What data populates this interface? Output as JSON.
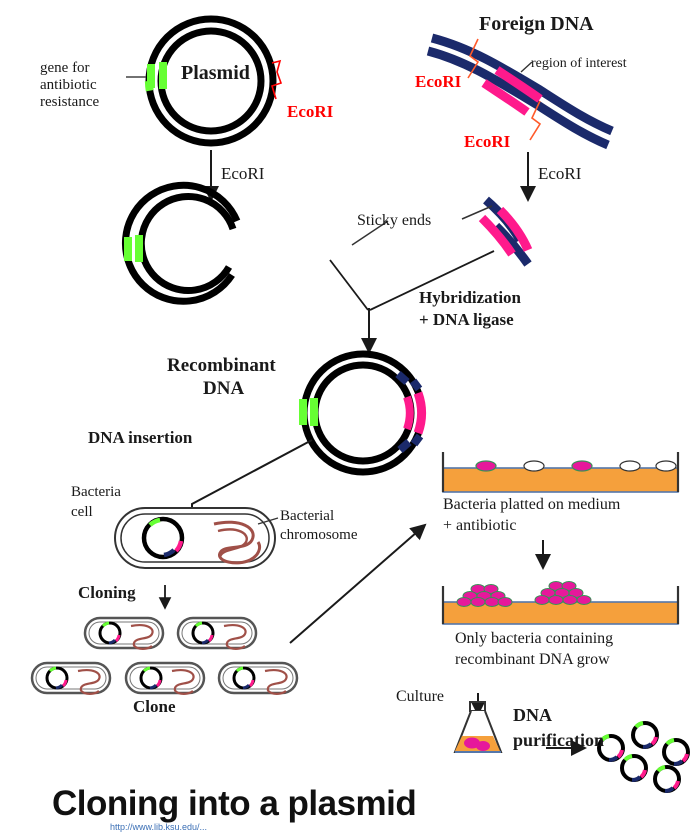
{
  "title": "Cloning into a plasmid",
  "credit_line": "http://www.lib.ksu.edu/...",
  "colors": {
    "dna_backbone": "#000000",
    "antibiotic_gene": "#66ff33",
    "foreign_dna": "#1b2a6b",
    "region_of_interest": "#ff1a8c",
    "restriction_site": "#ff0000",
    "medium": "#f5a03c",
    "medium_edge": "#5577aa",
    "colony": "#e6189b",
    "chromosome": "#a05048",
    "cell_wall": "#555555",
    "flask_liquid": "#f5a03c"
  },
  "labels": {
    "gene_for_antibiotic_resistance": [
      "gene for",
      "antibiotic",
      "resistance"
    ],
    "plasmid": "Plasmid",
    "ecori": "EcoRI",
    "foreign_dna": "Foreign DNA",
    "region_of_interest": "region of interest",
    "ecori_step_left": "EcoRI",
    "ecori_step_right": "EcoRI",
    "ecori_top_left": "EcoRI",
    "ecori_bottom_left": "EcoRI",
    "sticky_ends": "Sticky ends",
    "hybridization": "Hybridization",
    "dna_ligase": "+ DNA ligase",
    "recombinant": "Recombinant",
    "recombinant_dna": "DNA",
    "dna_insertion": "DNA insertion",
    "bacteria": "Bacteria",
    "cell": "cell",
    "bacterial": "Bacterial",
    "chromosome": "chromosome",
    "cloning": "Cloning",
    "clone": "Clone",
    "plated_line1": "Bacteria platted on medium",
    "plated_line2": "+ antibiotic",
    "only_line1": "Only bacteria containing",
    "only_line2": "recombinant DNA grow",
    "culture": "Culture",
    "dna_purification_line1": "DNA",
    "dna_purification_line2": "purification"
  },
  "diagram": {
    "type": "process-flow",
    "steps": [
      "Plasmid with antibiotic resistance gene and EcoRI site",
      "Foreign DNA with region of interest flanked by two EcoRI sites",
      "EcoRI digestion producing sticky ends",
      "Hybridization + DNA ligase creates recombinant DNA",
      "DNA insertion into bacteria cell containing bacterial chromosome",
      "Cloning produces clone colonies",
      "Bacteria platted on medium + antibiotic",
      "Only bacteria containing recombinant DNA grow",
      "Culture then DNA purification yields purified recombinant plasmids"
    ],
    "petri_top_colonies": [
      {
        "filled": true
      },
      {
        "filled": false
      },
      {
        "filled": true
      },
      {
        "filled": false
      },
      {
        "filled": false
      }
    ],
    "petri_bottom_clusters": 2,
    "clone_cells_row1": 2,
    "clone_cells_row2": 3,
    "purified_plasmids": 5
  }
}
